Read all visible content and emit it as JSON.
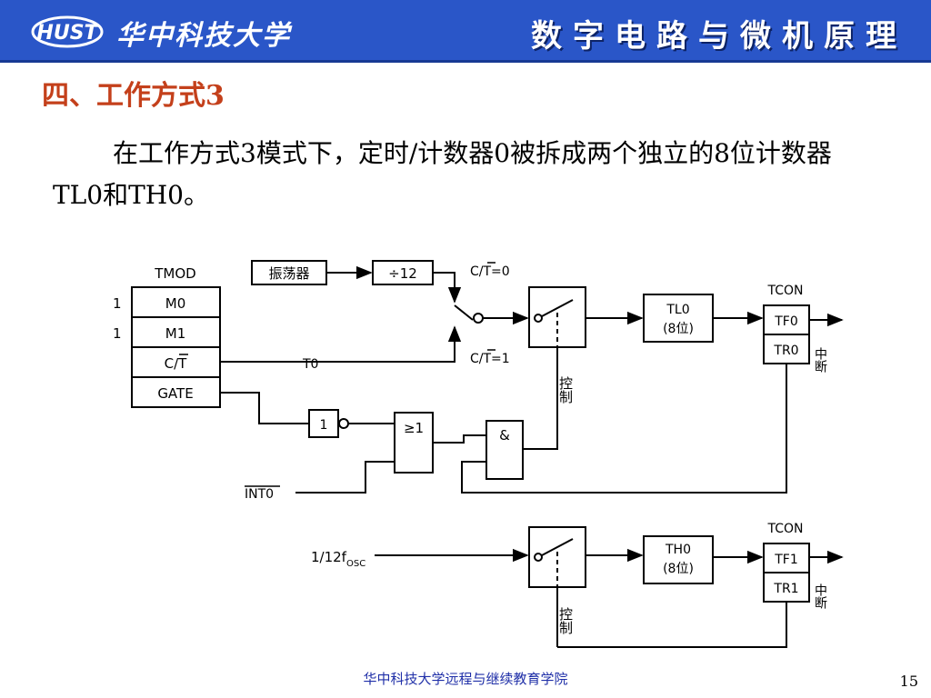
{
  "header": {
    "logo_text": "HUST",
    "school_name": "华中科技大学",
    "course_title": "数字电路与微机原理",
    "colors": {
      "banner": "#2a56c8",
      "title_accent": "#c4401b",
      "footer_text": "#1f2fa8"
    }
  },
  "section_title": "四、工作方式3",
  "intro_text": "在工作方式3模式下，定时/计数器0被拆成两个独立的8位计数器TL0和TH0。",
  "diagram": {
    "tmod_title": "TMOD",
    "tmod_rows": [
      "M0",
      "M1",
      "C/T",
      "GATE"
    ],
    "m0_value": "1",
    "m1_value": "1",
    "oscillator": "振荡器",
    "divider": "÷12",
    "ct0_label": "C/T=0",
    "ct1_label": "C/T=1",
    "t0_label": "T0",
    "not_label": "1",
    "or_label": "≥1",
    "and_label": "&",
    "int0_label": "INT0",
    "control_label": "控制",
    "tl0_name": "TL0",
    "tl0_sub": "(8位)",
    "tcon_title": "TCON",
    "tf0": "TF0",
    "tr0": "TR0",
    "interrupt_label": "中断",
    "osc_input": "1/12f",
    "osc_sub": "OSC",
    "th0_name": "TH0",
    "th0_sub": "(8位)",
    "tf1": "TF1",
    "tr1": "TR1"
  },
  "footer": {
    "text": "华中科技大学远程与继续教育学院",
    "page": "15"
  }
}
